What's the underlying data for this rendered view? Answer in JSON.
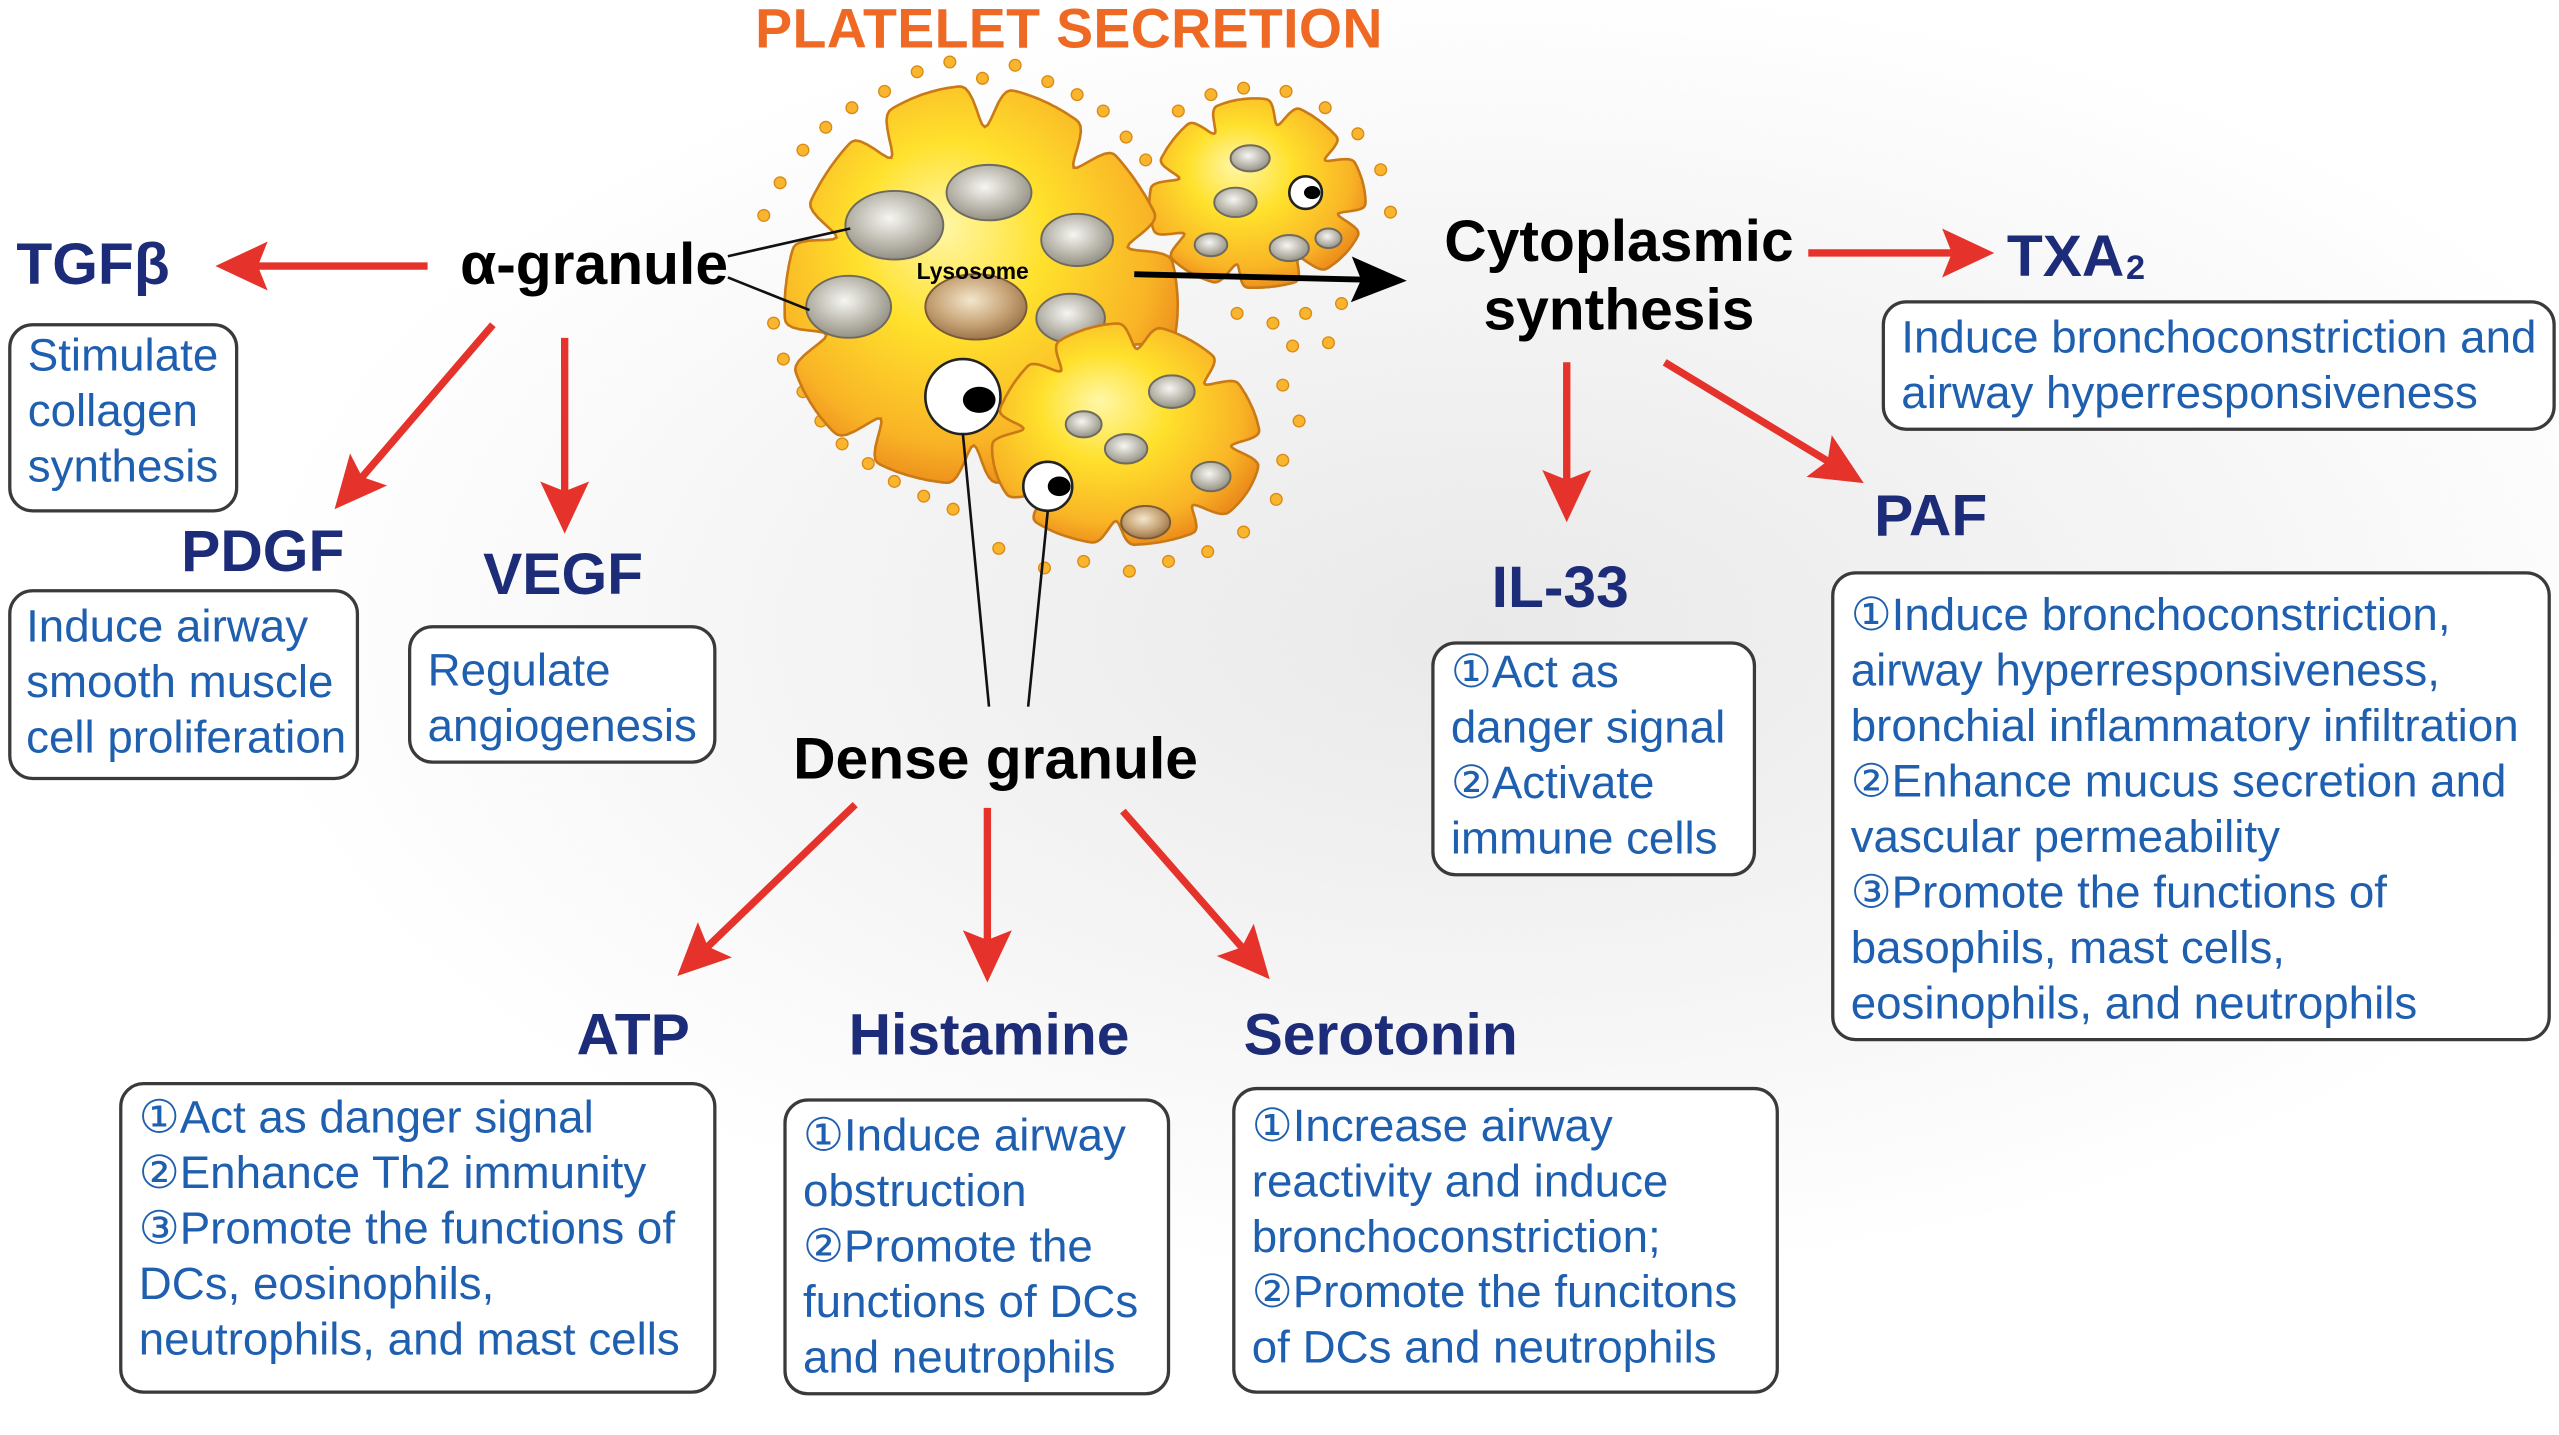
{
  "title": "PLATELET SECRETION",
  "platelet": {
    "lysosome_label": "Lysosome"
  },
  "sources": {
    "alpha_granule": "α-granule",
    "dense_granule": "Dense granule",
    "cytoplasmic_synthesis": [
      "Cytoplasmic",
      "synthesis"
    ]
  },
  "mediators": {
    "tgfb": {
      "label": "TGFβ",
      "lines": [
        "Stimulate",
        "collagen",
        "synthesis"
      ]
    },
    "pdgf": {
      "label": "PDGF",
      "lines": [
        "Induce airway",
        "smooth muscle",
        "cell proliferation"
      ]
    },
    "vegf": {
      "label": "VEGF",
      "lines": [
        "Regulate",
        "angiogenesis"
      ]
    },
    "txa2": {
      "label": "TXA",
      "label_sub": "2",
      "lines": [
        "Induce bronchoconstriction and",
        "airway hyperresponsiveness"
      ]
    },
    "il33": {
      "label": "IL-33",
      "lines": [
        "①Act as",
        "danger signal",
        "②Activate",
        "immune cells"
      ]
    },
    "paf": {
      "label": "PAF",
      "lines": [
        "①Induce bronchoconstriction,",
        "airway hyperresponsiveness,",
        "bronchial inflammatory infiltration",
        "②Enhance mucus secretion and",
        "vascular permeability",
        "③Promote the functions of",
        "basophils, mast cells,",
        "eosinophils, and neutrophils"
      ]
    },
    "atp": {
      "label": "ATP",
      "lines": [
        "①Act as danger signal",
        "②Enhance Th2 immunity",
        "③Promote the functions of",
        "DCs, eosinophils,",
        "neutrophils, and mast cells"
      ]
    },
    "histamine": {
      "label": "Histamine",
      "lines": [
        "①Induce airway",
        "obstruction",
        "②Promote the",
        "functions of DCs",
        "and neutrophils"
      ]
    },
    "serotonin": {
      "label": "Serotonin",
      "lines": [
        "①Increase airway",
        "reactivity and induce",
        "bronchoconstriction;",
        "②Promote the funcitons",
        "of DCs and neutrophils"
      ]
    }
  },
  "colors": {
    "title": "#EE6A24",
    "heading": "#1C2C78",
    "box_text": "#1F5FAF",
    "arrow": "#E5322A",
    "platelet": "#FFD21F",
    "vesicle": "#F9B52E"
  }
}
